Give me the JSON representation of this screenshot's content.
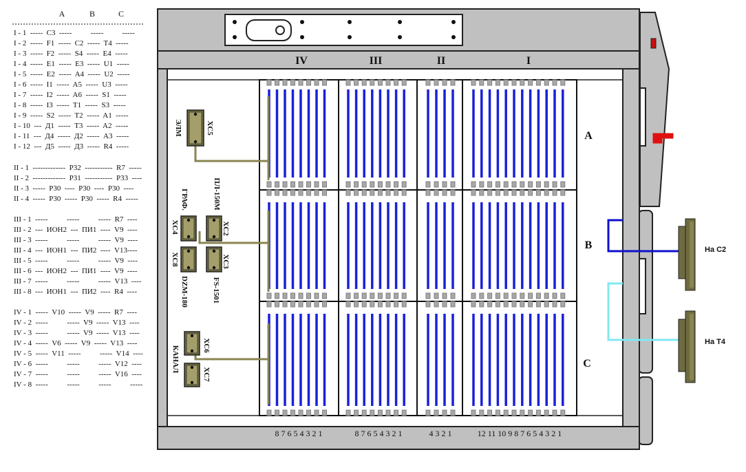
{
  "table": {
    "headers": [
      "A",
      "B",
      "C"
    ],
    "groups": [
      {
        "rows": [
          "I - 1  -----  C3  -----          -----          -----",
          "I - 2  -----  F1  -----  C2  -----  T4  -----",
          "I - 3  -----  F2  -----  S4  -----  E4  -----",
          "I - 4  -----  E1  -----  E3  -----  U1  -----",
          "I - 5  -----  E2  -----  A4  -----  U2  -----",
          "I - 6  -----  I1  -----  A5  -----  U3  -----",
          "I - 7  -----  I2  -----  A6  -----  S1  -----",
          "I - 8  -----  I3  -----  T1  -----  S3  -----",
          "I - 9  -----  S2  -----  T2  -----  A1  -----",
          "I - 10  ---  Д1  -----  T3  -----  A2  -----",
          "I - 11  ---  Д4  -----  Д2  -----  A3  -----",
          "I - 12  ---  Д5  -----  Д3  -----  R4  -----"
        ]
      },
      {
        "rows": [
          "II - 1  -------------  P32  -----------  R7  -----",
          "II - 2  -------------  P31  -----------  P33  ----",
          "II - 3  -----  P30  ----  P30  ----  P30  ----",
          "II - 4  -----  P30  -----  P30  -----  R4  -----"
        ]
      },
      {
        "rows": [
          "III - 1  -----          -----          -----  R7  ----",
          "III - 2  ---  ИОН2  ---  ПИ1  ----  V9  ----",
          "III - 3  -----          -----          -----  V9  ----",
          "III - 4  ---  ИОН1  ---  ПИ2  ----  V13----",
          "III - 5  -----          -----          -----  V9  ----",
          "III - 6  ---  ИОН2  ---  ПИ1  ----  V9  ----",
          "III - 7  -----          -----          -----  V13  ----",
          "III - 8  ---  ИОН1  ---  ПИ2  ----  R4  ----"
        ]
      },
      {
        "rows": [
          "IV - 1  -----  V10  -----  V9  -----  R7  ----",
          "IV - 2  -----          -----  V9  -----  V13  ----",
          "IV - 3  -----          -----  V9  -----  V13  ----",
          "IV - 4  -----  V6  -----  V9  -----  V13  ----",
          "IV - 5  -----  V11  -----          -----  V14  ----",
          "IV - 6  -----          -----          -----  V12  ----",
          "IV - 7  -----          -----          -----  V16  ----",
          "IV - 8  -----          -----          -----          -----"
        ]
      }
    ]
  },
  "cabinet": {
    "sections": [
      "IV",
      "III",
      "II",
      "I"
    ],
    "rows": [
      "A",
      "B",
      "C"
    ],
    "pin_numbers": {
      "IV": "8 7 6 5 4 3 2 1",
      "III": "8 7 6 5 4 3 2 1",
      "II": "4 3 2 1",
      "I": "12 11 10 9 8 7 6 5 4 3 2 1"
    },
    "connectors": {
      "xc5": "XC5",
      "elm": "ЭЛМ",
      "xc4": "XC4",
      "graf": "ГРАФ.",
      "xc2": "XC2",
      "pl150m": "ПЛ-150М",
      "xc8": "XC8",
      "dzm180": "DZM-180",
      "xc3": "XC3",
      "fs1501": "FS-1501",
      "xc6": "XC6",
      "kanal": "КАНАЛ",
      "xc7": "XC7"
    },
    "external": {
      "to_c2": "На  C2",
      "to_t4": "На T4"
    }
  },
  "colors": {
    "panel": "#c0c0c0",
    "bar_blue": "#1a20d8",
    "wire_olive": "#8a8450",
    "cable_blue": "#1010cc",
    "cable_cyan": "#80e8f0",
    "handle_red": "#e01010",
    "plug_olive": "#6e6b40"
  }
}
